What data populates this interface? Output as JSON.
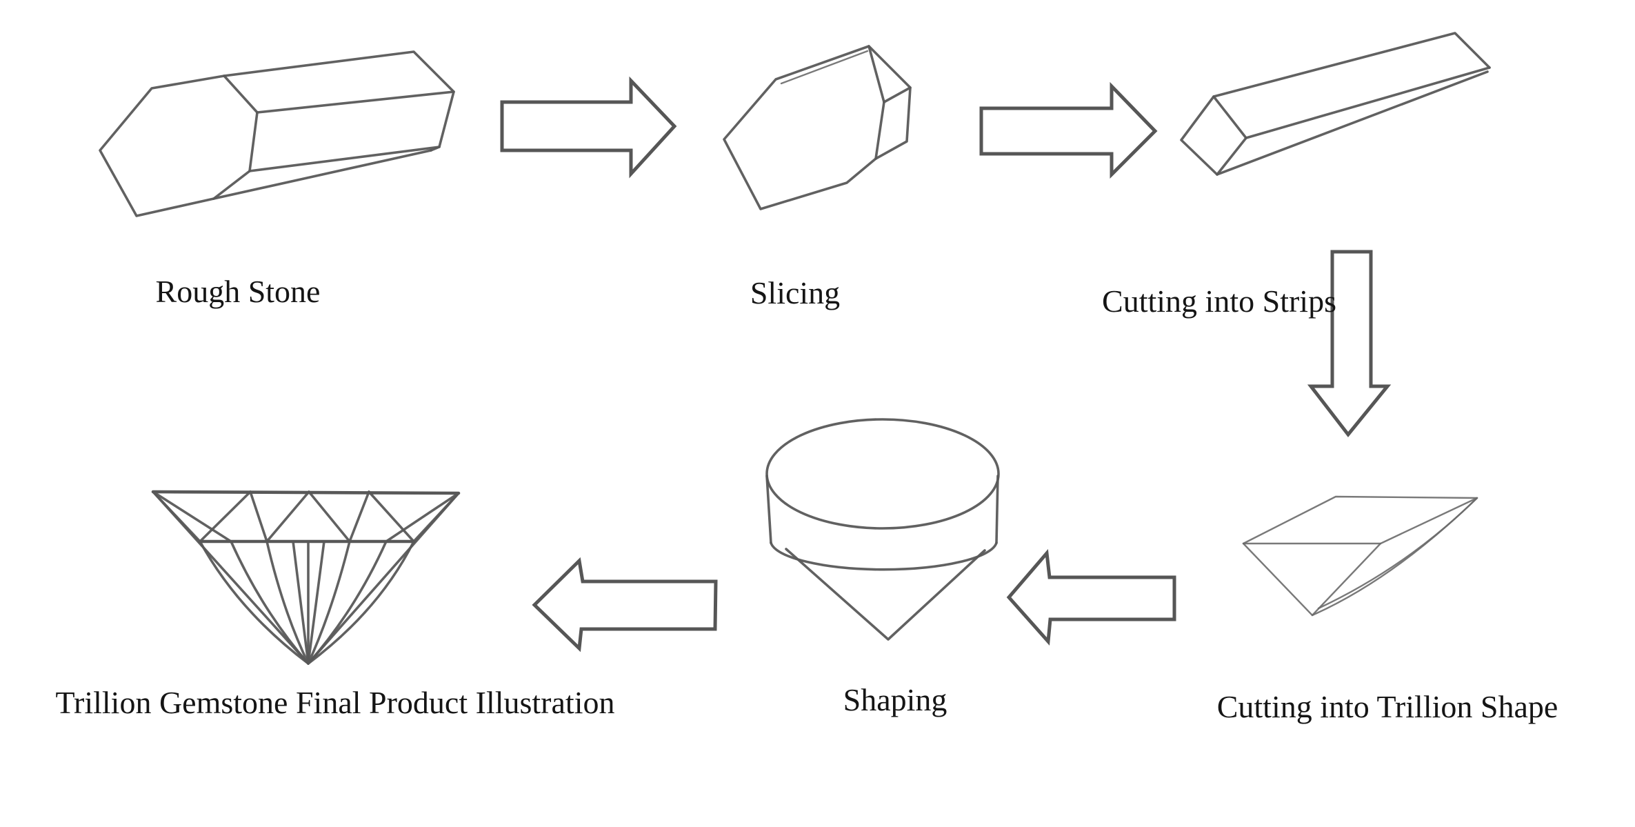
{
  "diagram": {
    "title": "Trillion gemstone cutting process",
    "background_color": "#ffffff",
    "line_color": "#585858",
    "arrow_line_color": "#4e4e4e",
    "text_color": "#151515",
    "steps": [
      {
        "id": "rough-stone",
        "label": "Rough Stone",
        "illustration": "hexagonal-prism-crystal"
      },
      {
        "id": "slicing",
        "label": "Slicing",
        "illustration": "hexagonal-slice-slab"
      },
      {
        "id": "cutting-into-strips",
        "label": "Cutting into Strips",
        "illustration": "long-strip-bar"
      },
      {
        "id": "cutting-into-trillion-shape",
        "label": "Cutting into Trillion Shape",
        "illustration": "trillion-rough-wireframe"
      },
      {
        "id": "shaping",
        "label": "Shaping",
        "illustration": "disc-with-cone"
      },
      {
        "id": "final-product",
        "label": "Trillion Gemstone Final Product Illustration",
        "illustration": "faceted-trillion-gem"
      }
    ],
    "flow_arrows": [
      {
        "icon": "arrow-right-icon",
        "from": "Rough Stone",
        "to": "Slicing"
      },
      {
        "icon": "arrow-right-icon",
        "from": "Slicing",
        "to": "Cutting into Strips"
      },
      {
        "icon": "arrow-down-icon",
        "from": "Cutting into Strips",
        "to": "Cutting into Trillion Shape"
      },
      {
        "icon": "arrow-left-icon",
        "from": "Cutting into Trillion Shape",
        "to": "Shaping"
      },
      {
        "icon": "arrow-left-icon",
        "from": "Shaping",
        "to": "Trillion Gemstone Final Product Illustration"
      }
    ]
  }
}
